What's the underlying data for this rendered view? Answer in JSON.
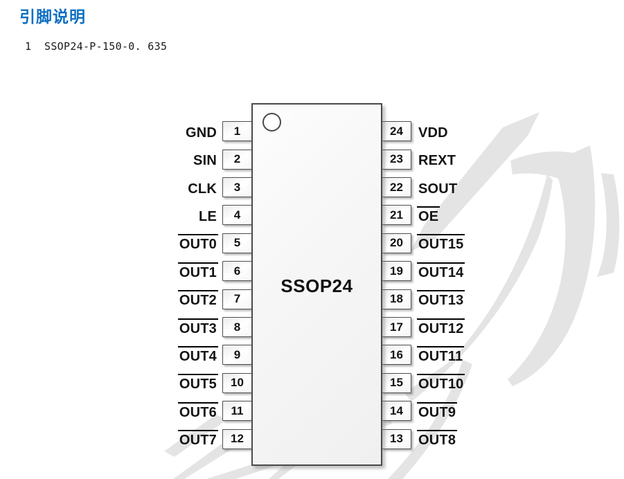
{
  "page": {
    "title": "引脚说明",
    "subtitle": "1  SSOP24-P-150-0. 635"
  },
  "colors": {
    "title_blue": "#0f6fc1",
    "line_dark": "#4a4a4a",
    "watermark_gray": "#e4e4e5"
  },
  "chip": {
    "package_label": "SSOP24"
  },
  "pins": {
    "left": [
      {
        "num": "1",
        "label": "GND",
        "overline": false
      },
      {
        "num": "2",
        "label": "SIN",
        "overline": false
      },
      {
        "num": "3",
        "label": "CLK",
        "overline": false
      },
      {
        "num": "4",
        "label": "LE",
        "overline": false
      },
      {
        "num": "5",
        "label": "OUT0",
        "overline": true
      },
      {
        "num": "6",
        "label": "OUT1",
        "overline": true
      },
      {
        "num": "7",
        "label": "OUT2",
        "overline": true
      },
      {
        "num": "8",
        "label": "OUT3",
        "overline": true
      },
      {
        "num": "9",
        "label": "OUT4",
        "overline": true
      },
      {
        "num": "10",
        "label": "OUT5",
        "overline": true
      },
      {
        "num": "11",
        "label": "OUT6",
        "overline": true
      },
      {
        "num": "12",
        "label": "OUT7",
        "overline": true
      }
    ],
    "right": [
      {
        "num": "24",
        "label": "VDD",
        "overline": false
      },
      {
        "num": "23",
        "label": "REXT",
        "overline": false
      },
      {
        "num": "22",
        "label": "SOUT",
        "overline": false
      },
      {
        "num": "21",
        "label": "OE",
        "overline": true
      },
      {
        "num": "20",
        "label": "OUT15",
        "overline": true
      },
      {
        "num": "19",
        "label": "OUT14",
        "overline": true
      },
      {
        "num": "18",
        "label": "OUT13",
        "overline": true
      },
      {
        "num": "17",
        "label": "OUT12",
        "overline": true
      },
      {
        "num": "16",
        "label": "OUT11",
        "overline": true
      },
      {
        "num": "15",
        "label": "OUT10",
        "overline": true
      },
      {
        "num": "14",
        "label": "OUT9",
        "overline": true
      },
      {
        "num": "13",
        "label": "OUT8",
        "overline": true
      }
    ]
  }
}
